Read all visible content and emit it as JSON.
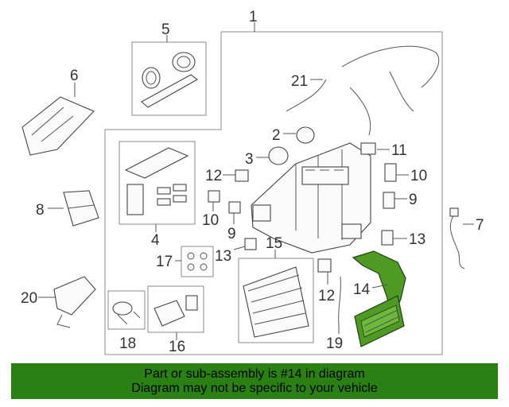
{
  "callouts": {
    "c1": "1",
    "c2": "2",
    "c3": "3",
    "c4": "4",
    "c5": "5",
    "c6": "6",
    "c7": "7",
    "c8": "8",
    "c9a": "9",
    "c9b": "9",
    "c10a": "10",
    "c10b": "10",
    "c11": "11",
    "c12a": "12",
    "c12b": "12",
    "c13a": "13",
    "c13b": "13",
    "c14": "14",
    "c15": "15",
    "c16": "16",
    "c17": "17",
    "c18": "18",
    "c19": "19",
    "c20": "20",
    "c21": "21"
  },
  "banner": {
    "line1": "Part or sub-assembly is #14 in diagram",
    "line2": "Diagram may not be specific to your vehicle"
  },
  "colors": {
    "banner_bg": "#2a8013",
    "highlight": "#4f9a24",
    "line": "#444444"
  }
}
